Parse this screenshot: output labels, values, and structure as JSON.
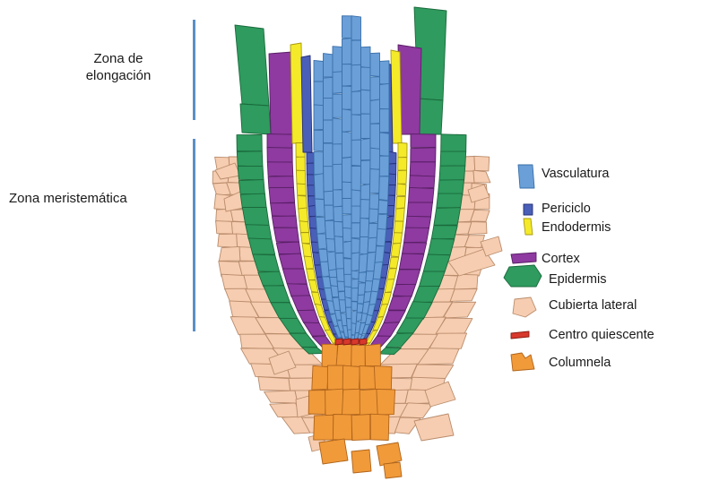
{
  "zones": [
    {
      "id": "elongation",
      "label_lines": [
        "Zona de",
        "elongación"
      ]
    },
    {
      "id": "meristem",
      "label_lines": [
        "Zona meristemática"
      ]
    }
  ],
  "legend": [
    {
      "id": "vasculatura",
      "label": "Vasculatura",
      "color": "#6a9fd8",
      "stroke": "#3a6fa8"
    },
    {
      "id": "periciclo",
      "label": "Periciclo",
      "color": "#4a5fb8",
      "stroke": "#27307a"
    },
    {
      "id": "endodermis",
      "label": "Endodermis",
      "color": "#f4ea2a",
      "stroke": "#a79a10"
    },
    {
      "id": "cortex",
      "label": "Cortex",
      "color": "#8e3aa0",
      "stroke": "#5a1f66"
    },
    {
      "id": "epidermis",
      "label": "Epidermis",
      "color": "#2f9b5e",
      "stroke": "#1a6a3c"
    },
    {
      "id": "cubierta",
      "label": "Cubierta lateral",
      "color": "#f6cdb0",
      "stroke": "#b98c6c"
    },
    {
      "id": "quiescente",
      "label": "Centro quiescente",
      "color": "#d8382c",
      "stroke": "#8a1a12"
    },
    {
      "id": "columnela",
      "label": "Columnela",
      "color": "#f19a3a",
      "stroke": "#b0641a"
    }
  ]
}
